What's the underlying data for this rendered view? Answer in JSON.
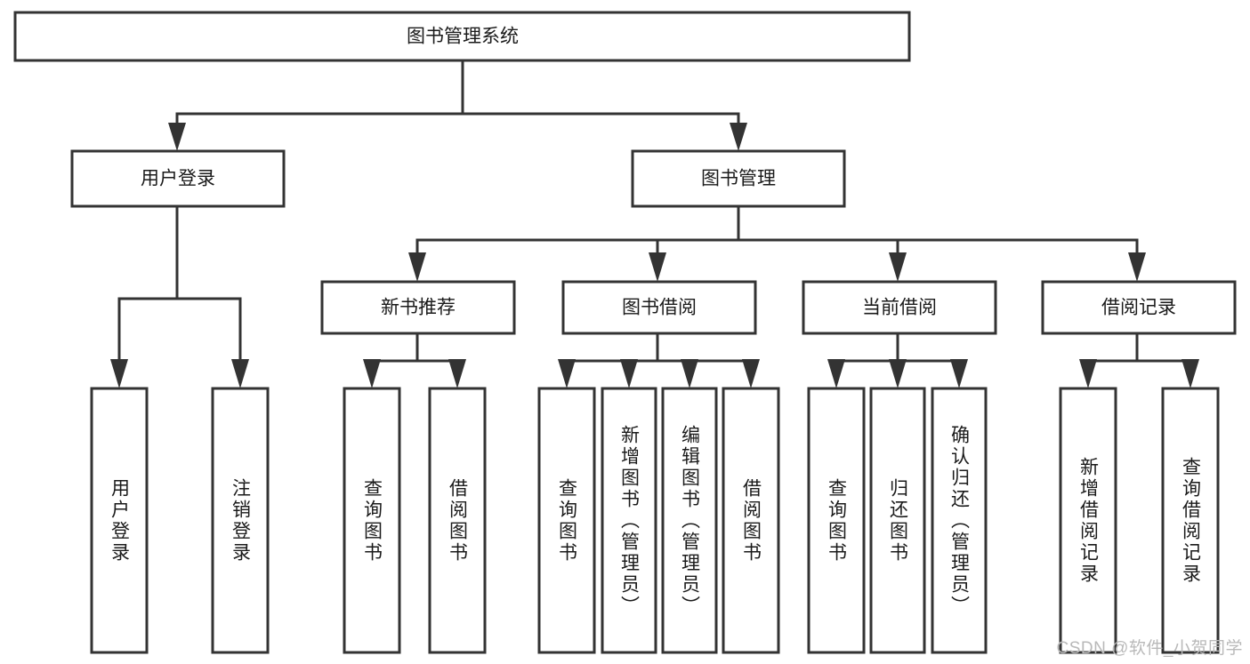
{
  "diagram": {
    "title": "图书管理系统",
    "type": "tree-hierarchy-chart",
    "colors": {
      "box_stroke": "#333333",
      "box_fill": "#ffffff",
      "text": "#1a1a1a",
      "background": "#ffffff",
      "watermark": "#b9b9b9"
    },
    "root": {
      "label": "图书管理系统"
    },
    "level2": [
      {
        "label": "用户登录"
      },
      {
        "label": "图书管理"
      }
    ],
    "level3": [
      {
        "label": "新书推荐"
      },
      {
        "label": "图书借阅"
      },
      {
        "label": "当前借阅"
      },
      {
        "label": "借阅记录"
      }
    ],
    "leaves": {
      "user_login": [
        {
          "label": "用户登录"
        },
        {
          "label": "注销登录"
        }
      ],
      "new_book_recommend": [
        {
          "label": "查询图书"
        },
        {
          "label": "借阅图书"
        }
      ],
      "book_borrow": [
        {
          "label": "查询图书"
        },
        {
          "label": "新增图书（管理员）"
        },
        {
          "label": "编辑图书（管理员）"
        },
        {
          "label": "借阅图书"
        }
      ],
      "current_borrow": [
        {
          "label": "查询图书"
        },
        {
          "label": "归还图书"
        },
        {
          "label": "确认归还（管理员）"
        }
      ],
      "borrow_record": [
        {
          "label": "新增借阅记录"
        },
        {
          "label": "查询借阅记录"
        }
      ]
    }
  },
  "watermark": {
    "text": "CSDN @软件_小贺同学"
  }
}
